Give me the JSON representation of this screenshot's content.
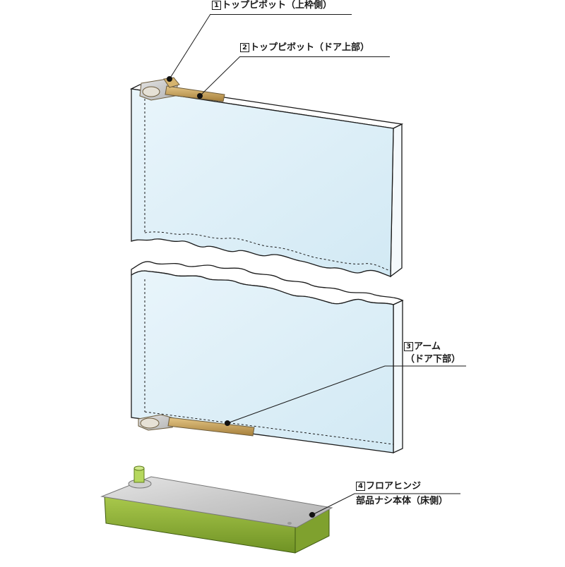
{
  "labels": {
    "top_pivot_frame": {
      "num": "1",
      "text": "トップピボット（上枠側）"
    },
    "top_pivot_door": {
      "num": "2",
      "text": "トップピボット（ドア上部）"
    },
    "arm": {
      "num": "3",
      "text": "アーム",
      "sub": "（ドア下部）"
    },
    "floor_hinge": {
      "num": "4",
      "text": "フロアヒンジ",
      "sub": "部品ナシ本体（床側）"
    }
  },
  "colors": {
    "glass": "#dff0f8",
    "glass_edge": "#ffffff",
    "outline": "#1a1a1a",
    "hardware_brass": "#c9a25a",
    "hardware_silver": "#c8c4bc",
    "box_green": "#8fb43a",
    "box_green_dark": "#6c8f22",
    "plate": "#cfcfcf",
    "spindle": "#b8d86a"
  }
}
